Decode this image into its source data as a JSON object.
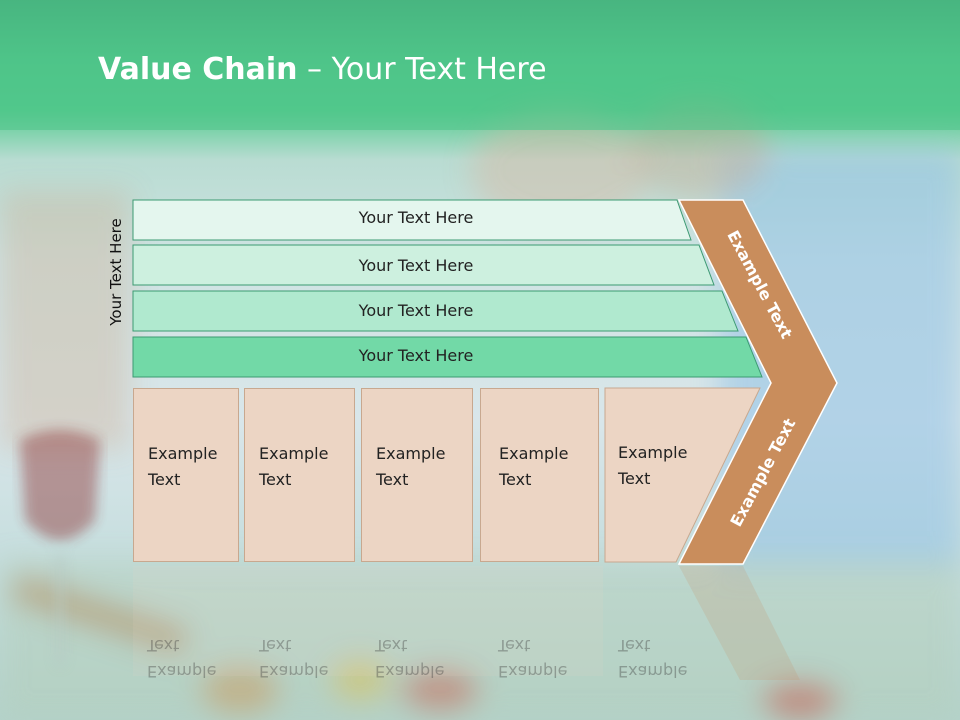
{
  "title": {
    "bold": "Value Chain",
    "rest": " – Your Text Here"
  },
  "side_label": "Your Text Here",
  "bars": [
    {
      "label": "Your Text Here",
      "color": "#e4f6ee"
    },
    {
      "label": "Your Text Here",
      "color": "#cdf0df"
    },
    {
      "label": "Your Text Here",
      "color": "#b0e9cf"
    },
    {
      "label": "Your Text Here",
      "color": "#72d9a7"
    }
  ],
  "boxes": [
    {
      "line1": "Example",
      "line2": "Text"
    },
    {
      "line1": "Example",
      "line2": "Text"
    },
    {
      "line1": "Example",
      "line2": "Text"
    },
    {
      "line1": "Example",
      "line2": "Text"
    },
    {
      "line1": "Example",
      "line2": "Text"
    }
  ],
  "arrow": {
    "upper_label": "Example Text",
    "lower_label": "Example Text",
    "color": "#c98d5c"
  },
  "colors": {
    "header": "#4fc489",
    "box_fill": "#ecd5c4",
    "bar_border": "#3c9a72"
  }
}
